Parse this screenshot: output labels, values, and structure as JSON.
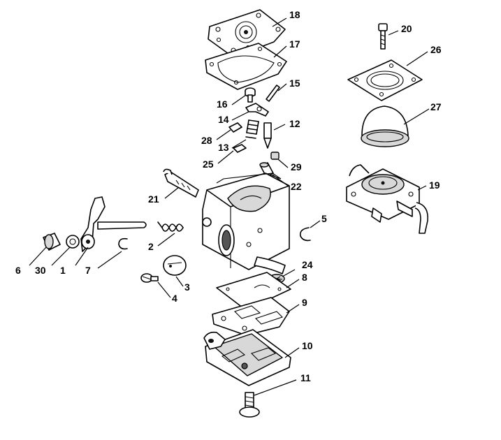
{
  "callouts": {
    "p1": "1",
    "p2": "2",
    "p3": "3",
    "p4": "4",
    "p5": "5",
    "p6": "6",
    "p7": "7",
    "p8": "8",
    "p9": "9",
    "p10": "10",
    "p11": "11",
    "p12": "12",
    "p13": "13",
    "p14": "14",
    "p15": "15",
    "p16": "16",
    "p17": "17",
    "p18": "18",
    "p19": "19",
    "p20": "20",
    "p21": "21",
    "p22": "22",
    "p24": "24",
    "p25": "25",
    "p26": "26",
    "p27": "27",
    "p28": "28",
    "p29": "29",
    "p30": "30"
  }
}
